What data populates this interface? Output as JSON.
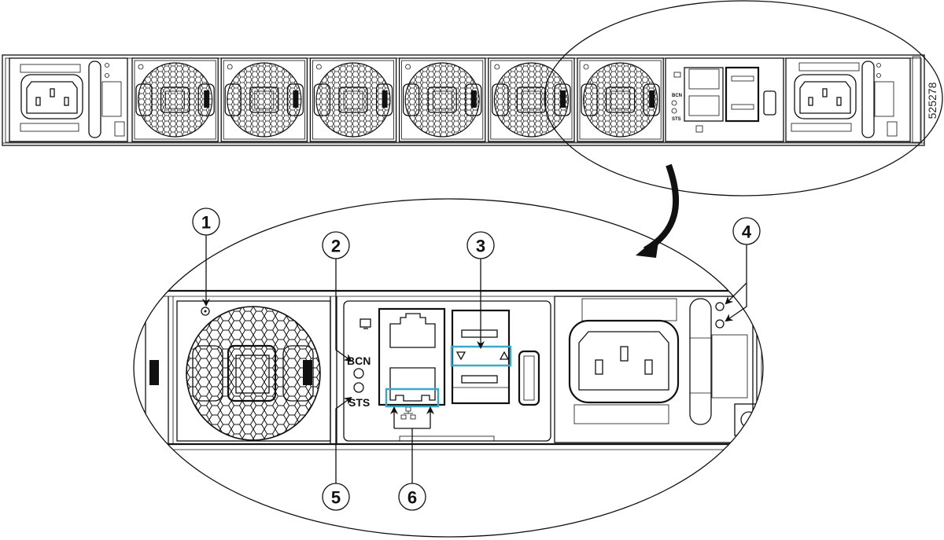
{
  "figure": {
    "id": "525278",
    "description": "Switch rear panel with zoomed detail of management module and power supply",
    "highlight_color": "#3aa9c9",
    "line_color": "#111111"
  },
  "overview": {
    "fan_module_count": 6,
    "psu_count": 2,
    "mgmt_labels": {
      "bcn": "BCN",
      "sts": "STS"
    }
  },
  "detail": {
    "labels": {
      "bcn": "BCN",
      "sts": "STS"
    },
    "callouts": [
      {
        "number": "1",
        "target": "fan-module-led"
      },
      {
        "number": "2",
        "target": "beacon-led"
      },
      {
        "number": "3",
        "target": "sfp-port-leds"
      },
      {
        "number": "4",
        "target": "power-supply-leds"
      },
      {
        "number": "5",
        "target": "status-led"
      },
      {
        "number": "6",
        "target": "management-port-leds"
      }
    ]
  }
}
